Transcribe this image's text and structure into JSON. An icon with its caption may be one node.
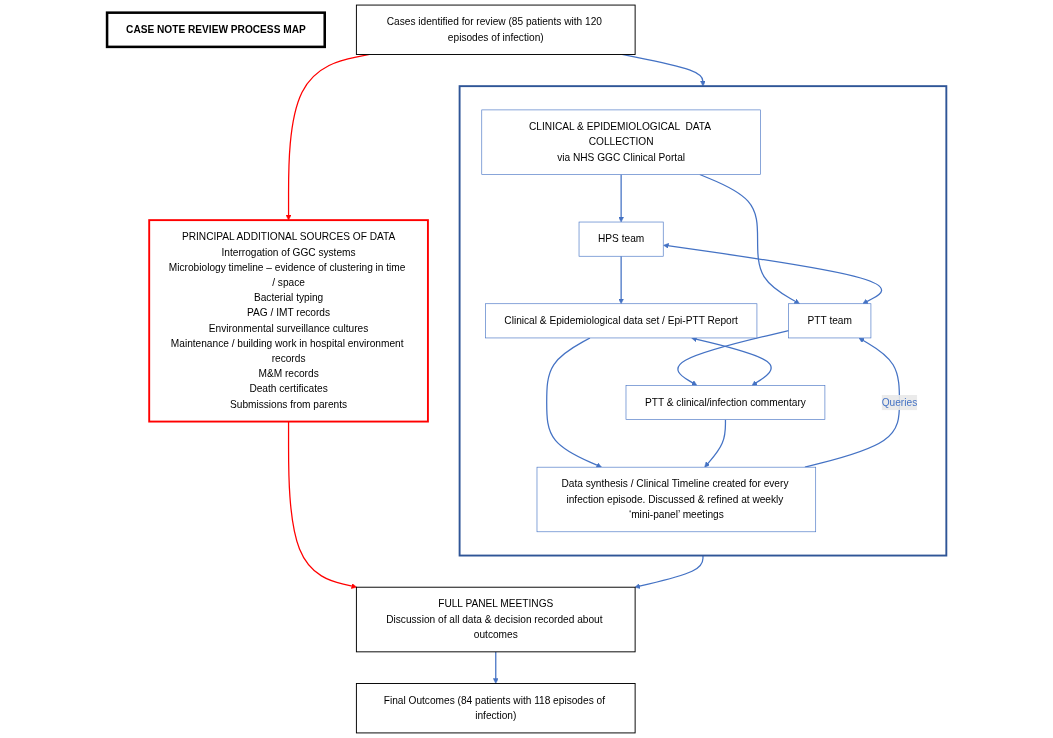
{
  "diagram": {
    "nodes": [
      {
        "text": [
          "CASE NOTE REVIEW PROCESS MAP"
        ]
      },
      {
        "text": [
          "Cases identified for review (85 patients with 120 episodes of infection)"
        ]
      },
      {
        "text": [
          "PRINCIPAL ADDITIONAL SOURCES OF DATA",
          "Interrogation of GGC systems",
          "Microbiology timeline – evidence of clustering in time / space",
          "Bacterial typing",
          "PAG / IMT records",
          "Environmental surveillance cultures",
          "Maintenance / building work in hospital environment records",
          "M&M records",
          "Death certificates",
          "Submissions from parents"
        ]
      },
      {
        "text": [],
        "shape": "box"
      },
      {
        "text": [
          "CLINICAL & EPIDEMIOLOGICAL  DATA COLLECTION",
          "via NHS GGC Clinical Portal"
        ],
        "in": 3
      },
      {
        "text": [
          "HPS team"
        ],
        "in": 3
      },
      {
        "text": [
          "PTT team"
        ],
        "in": 3
      },
      {
        "text": [
          "Clinical & Epidemiological data set / Epi-PTT Report"
        ],
        "in": 3
      },
      {
        "text": [
          "PTT & clinical/infection commentary"
        ],
        "in": 3
      },
      {
        "text": [
          "Data synthesis / Clinical Timeline created for every infection episode. Discussed & refined at weekly ‘mini-panel’ meetings"
        ],
        "in": 3
      },
      {
        "text": [
          "FULL PANEL MEETINGS",
          "Discussion of all data & decision recorded about outcomes"
        ]
      },
      {
        "text": [
          "Final Outcomes (84 patients with 118 episodes of infection)"
        ]
      }
    ],
    "edges": [
      {
        "from": 1,
        "to": 2,
        "arrow": "to",
        "color": "#ff0000"
      },
      {
        "from": 1,
        "to": 3,
        "arrow": "to"
      },
      {
        "from": 4,
        "to": 5,
        "arrow": "to"
      },
      {
        "from": 4,
        "to": 6,
        "arrow": "to"
      },
      {
        "from": 5,
        "to": 6,
        "arrow": "both"
      },
      {
        "from": 5,
        "to": 7,
        "arrow": "to"
      },
      {
        "from": 6,
        "to": 8,
        "arrow": "to"
      },
      {
        "from": 7,
        "to": 8,
        "arrow": "both"
      },
      {
        "from": 7,
        "to": 9,
        "arrow": "to"
      },
      {
        "from": 8,
        "to": 9,
        "arrow": "to"
      },
      {
        "from": 9,
        "to": 6,
        "arrow": "to",
        "label": "Queries"
      },
      {
        "from": 3,
        "to": 10,
        "arrow": "to"
      },
      {
        "from": 2,
        "to": 10,
        "arrow": "to",
        "color": "#ff0000"
      },
      {
        "from": 10,
        "to": 11,
        "arrow": "to"
      }
    ]
  }
}
